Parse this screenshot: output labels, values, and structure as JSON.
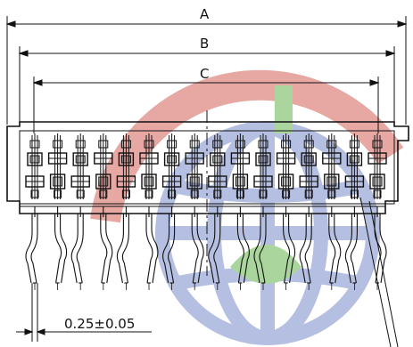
{
  "dimensions": {
    "a_label": "A",
    "b_label": "B",
    "c_label": "C",
    "pin_width_label": "0.25±0.05"
  },
  "connector": {
    "pin_count_top_row": 16,
    "pin_count_bottom_row": 16,
    "lead_count": 16
  },
  "watermark": {
    "red_color": "#e39a93",
    "blue_color": "#a9b4dc",
    "green_color": "#9ccf8e"
  }
}
